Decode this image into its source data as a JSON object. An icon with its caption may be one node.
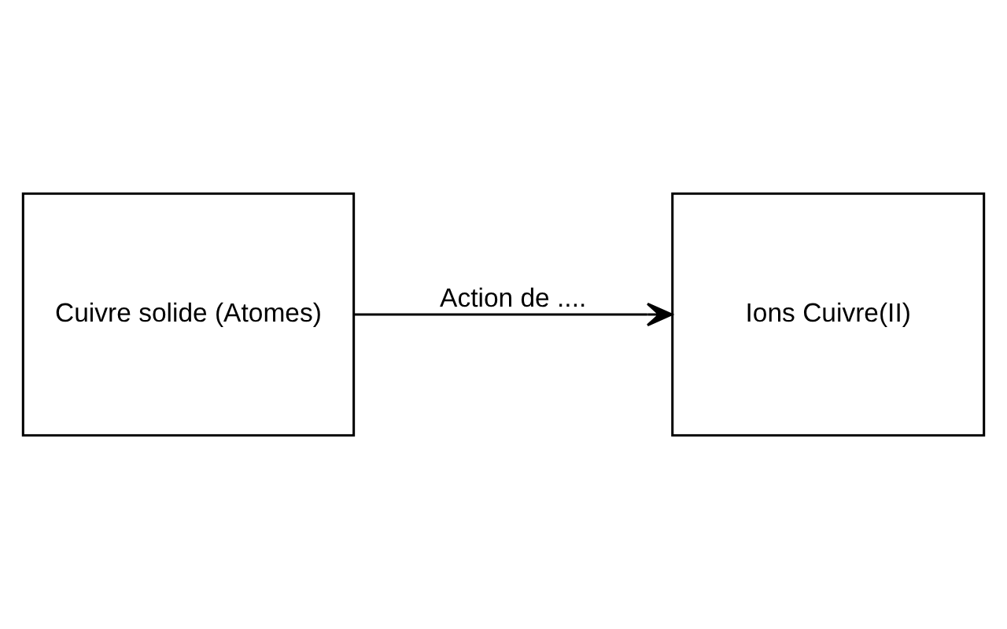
{
  "diagram": {
    "nodes": [
      {
        "text": [
          "Cuivre solide (Atomes)"
        ]
      },
      {
        "text": [
          "Ions Cuivre(II)"
        ]
      }
    ],
    "edges": [
      {
        "from": 0,
        "to": 1,
        "arrow": "to",
        "label": "Action de ...."
      }
    ]
  }
}
